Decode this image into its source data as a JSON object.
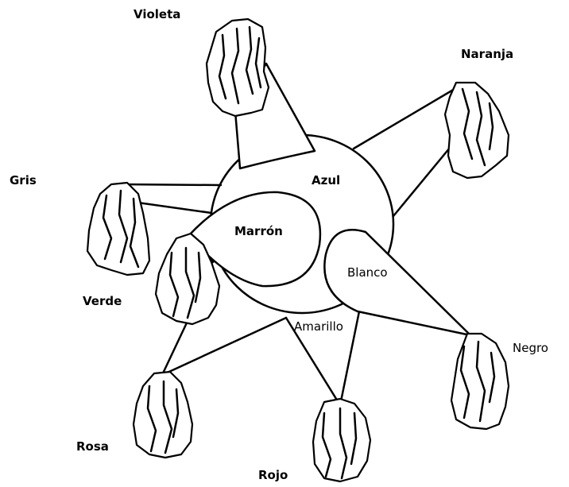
{
  "labels": {
    "violeta": "Violeta",
    "naranja": "Naranja",
    "gris": "Gris",
    "azul": "Azul",
    "marron": "Marrón",
    "blanco": "Blanco",
    "verde": "Verde",
    "amarillo": "Amarillo",
    "negro": "Negro",
    "rosa": "Rosa",
    "rojo": "Rojo"
  },
  "colors": {
    "stroke": "#000000",
    "fill": "#ffffff"
  }
}
